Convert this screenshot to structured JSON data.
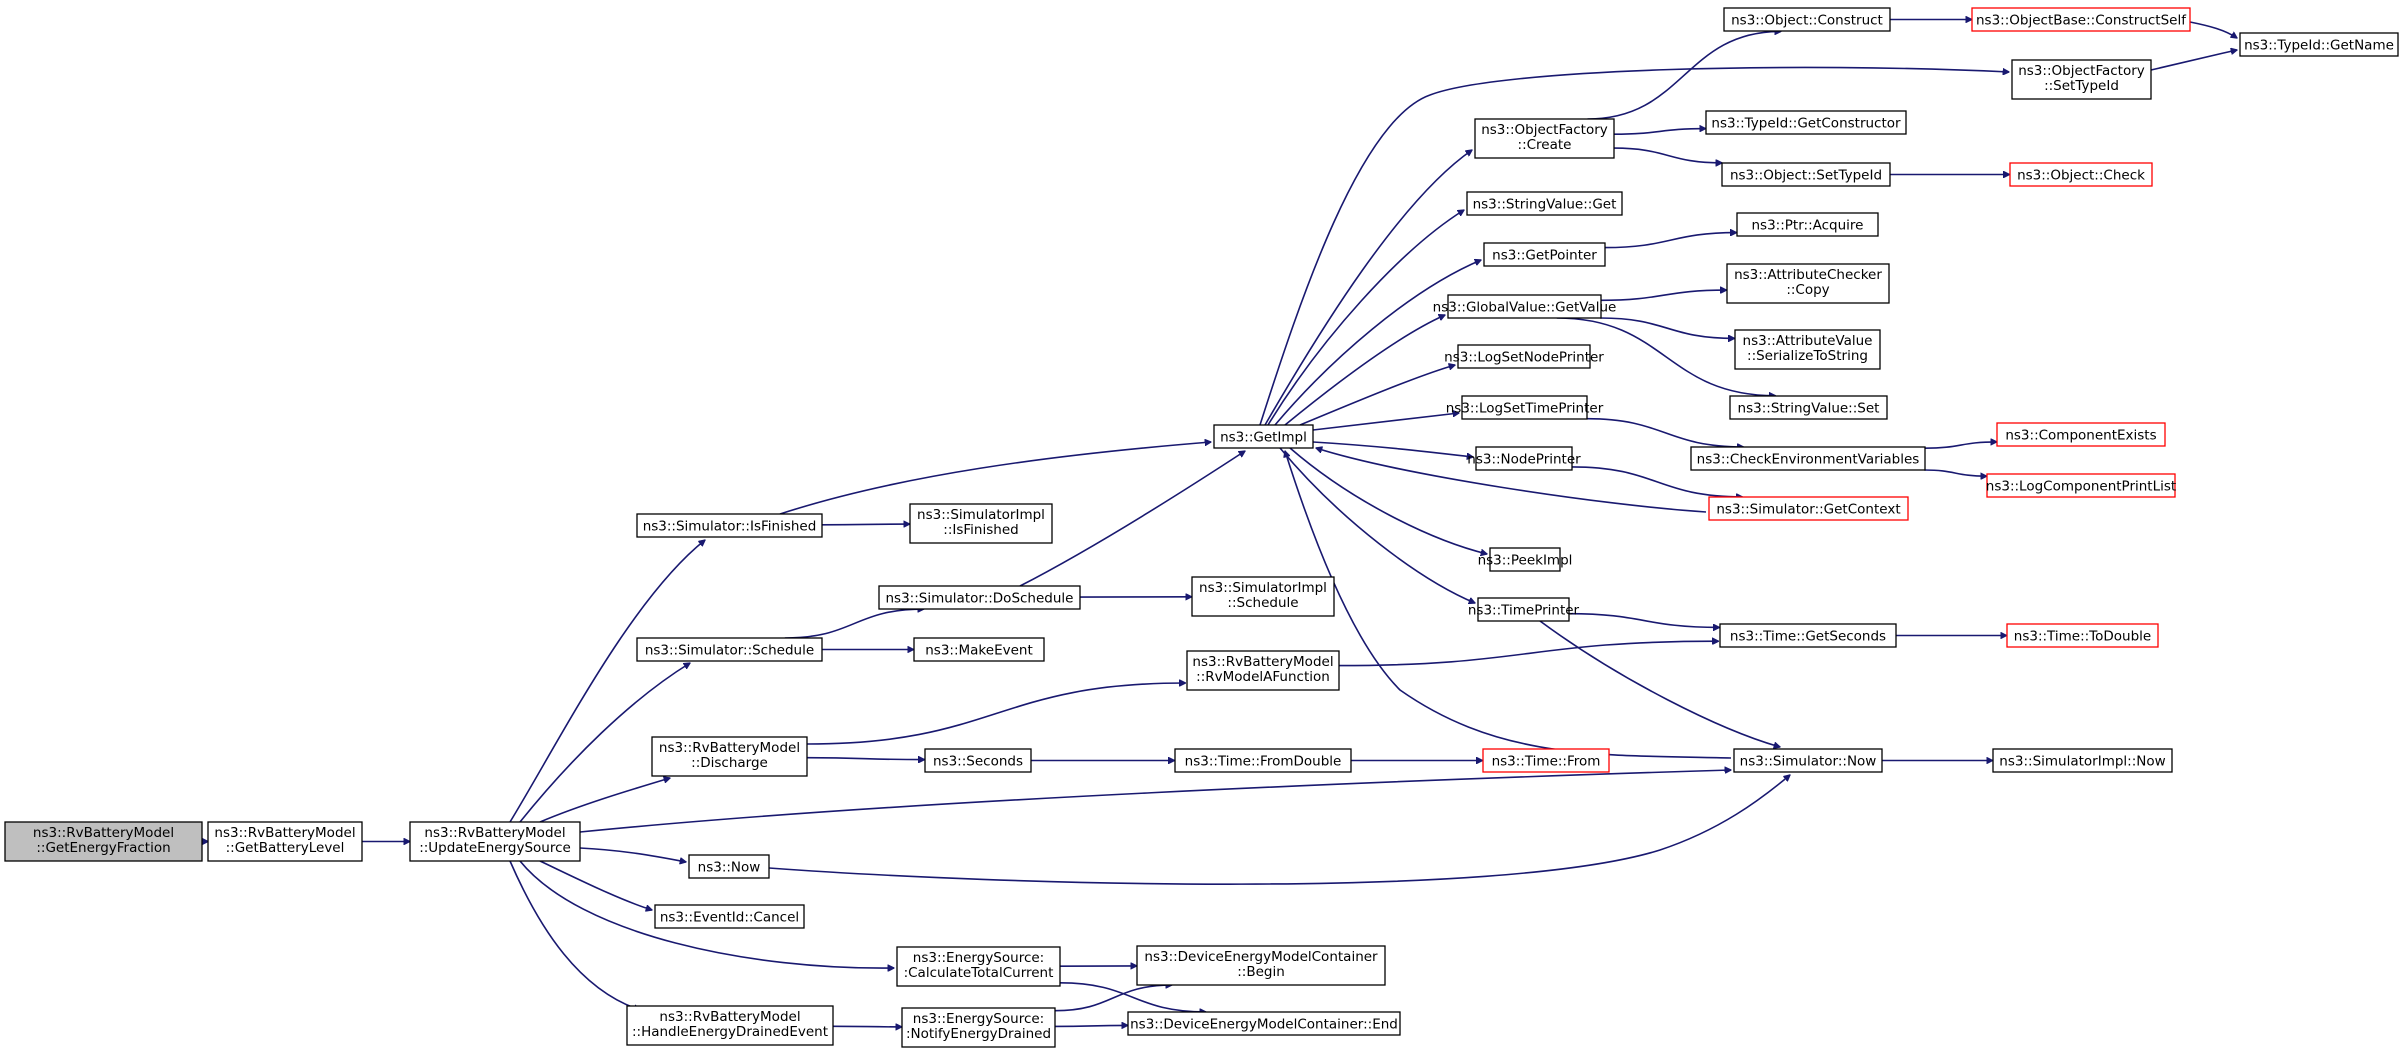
{
  "colors": {
    "edge": "#191970",
    "node_border": "#000000",
    "node_border_truncated": "#ff0000",
    "node_fill": "#ffffff",
    "node_fill_root": "#bfbfbf"
  },
  "nodes": [
    {
      "id": "n0",
      "lines": [
        "ns3::RvBatteryModel",
        "::GetEnergyFraction"
      ],
      "border": "black",
      "root": true
    },
    {
      "id": "n1",
      "lines": [
        "ns3::RvBatteryModel",
        "::GetBatteryLevel"
      ],
      "border": "black"
    },
    {
      "id": "n2",
      "lines": [
        "ns3::RvBatteryModel",
        "::UpdateEnergySource"
      ],
      "border": "black"
    },
    {
      "id": "n3",
      "lines": [
        "ns3::Simulator::IsFinished"
      ],
      "border": "black"
    },
    {
      "id": "n4",
      "lines": [
        "ns3::Simulator::Schedule"
      ],
      "border": "black"
    },
    {
      "id": "n5",
      "lines": [
        "ns3::RvBatteryModel",
        "::Discharge"
      ],
      "border": "black"
    },
    {
      "id": "n6",
      "lines": [
        "ns3::Now"
      ],
      "border": "black"
    },
    {
      "id": "n7",
      "lines": [
        "ns3::EventId::Cancel"
      ],
      "border": "black"
    },
    {
      "id": "n8",
      "lines": [
        "ns3::RvBatteryModel",
        "::HandleEnergyDrainedEvent"
      ],
      "border": "black"
    },
    {
      "id": "n9",
      "lines": [
        "ns3::SimulatorImpl",
        "::IsFinished"
      ],
      "border": "black"
    },
    {
      "id": "n10",
      "lines": [
        "ns3::Simulator::DoSchedule"
      ],
      "border": "black"
    },
    {
      "id": "n11",
      "lines": [
        "ns3::MakeEvent"
      ],
      "border": "black"
    },
    {
      "id": "n12",
      "lines": [
        "ns3::Seconds"
      ],
      "border": "black"
    },
    {
      "id": "n13",
      "lines": [
        "ns3::EnergySource:",
        ":CalculateTotalCurrent"
      ],
      "border": "black"
    },
    {
      "id": "n14",
      "lines": [
        "ns3::EnergySource:",
        ":NotifyEnergyDrained"
      ],
      "border": "black"
    },
    {
      "id": "n15",
      "lines": [
        "ns3::SimulatorImpl",
        "::Schedule"
      ],
      "border": "black"
    },
    {
      "id": "n16",
      "lines": [
        "ns3::RvBatteryModel",
        "::RvModelAFunction"
      ],
      "border": "black"
    },
    {
      "id": "n17",
      "lines": [
        "ns3::Time::FromDouble"
      ],
      "border": "black"
    },
    {
      "id": "n18",
      "lines": [
        "ns3::DeviceEnergyModelContainer",
        "::Begin"
      ],
      "border": "black"
    },
    {
      "id": "n19",
      "lines": [
        "ns3::DeviceEnergyModelContainer::End"
      ],
      "border": "black"
    },
    {
      "id": "n20",
      "lines": [
        "ns3::GetImpl"
      ],
      "border": "black"
    },
    {
      "id": "n21",
      "lines": [
        "ns3::ObjectFactory",
        "::Create"
      ],
      "border": "black"
    },
    {
      "id": "n22",
      "lines": [
        "ns3::StringValue::Get"
      ],
      "border": "black"
    },
    {
      "id": "n23",
      "lines": [
        "ns3::GetPointer"
      ],
      "border": "black"
    },
    {
      "id": "n24",
      "lines": [
        "ns3::GlobalValue::GetValue"
      ],
      "border": "black"
    },
    {
      "id": "n25",
      "lines": [
        "ns3::LogSetNodePrinter"
      ],
      "border": "black"
    },
    {
      "id": "n26",
      "lines": [
        "ns3::LogSetTimePrinter"
      ],
      "border": "black"
    },
    {
      "id": "n27",
      "lines": [
        "ns3::NodePrinter"
      ],
      "border": "black"
    },
    {
      "id": "n28",
      "lines": [
        "ns3::PeekImpl"
      ],
      "border": "black"
    },
    {
      "id": "n29",
      "lines": [
        "ns3::TimePrinter"
      ],
      "border": "black"
    },
    {
      "id": "n30",
      "lines": [
        "ns3::Time::From"
      ],
      "border": "red"
    },
    {
      "id": "n31",
      "lines": [
        "ns3::Object::Construct"
      ],
      "border": "black"
    },
    {
      "id": "n32",
      "lines": [
        "ns3::TypeId::GetConstructor"
      ],
      "border": "black"
    },
    {
      "id": "n33",
      "lines": [
        "ns3::Object::SetTypeId"
      ],
      "border": "black"
    },
    {
      "id": "n34",
      "lines": [
        "ns3::Ptr::Acquire"
      ],
      "border": "black"
    },
    {
      "id": "n35",
      "lines": [
        "ns3::AttributeChecker",
        "::Copy"
      ],
      "border": "black"
    },
    {
      "id": "n36",
      "lines": [
        "ns3::AttributeValue",
        "::SerializeToString"
      ],
      "border": "black"
    },
    {
      "id": "n37",
      "lines": [
        "ns3::StringValue::Set"
      ],
      "border": "black"
    },
    {
      "id": "n38",
      "lines": [
        "ns3::CheckEnvironmentVariables"
      ],
      "border": "black"
    },
    {
      "id": "n39",
      "lines": [
        "ns3::Simulator::GetContext"
      ],
      "border": "red"
    },
    {
      "id": "n40",
      "lines": [
        "ns3::Time::GetSeconds"
      ],
      "border": "black"
    },
    {
      "id": "n41",
      "lines": [
        "ns3::Simulator::Now"
      ],
      "border": "black"
    },
    {
      "id": "n42",
      "lines": [
        "ns3::ObjectBase::ConstructSelf"
      ],
      "border": "red"
    },
    {
      "id": "n43",
      "lines": [
        "ns3::ObjectFactory",
        "::SetTypeId"
      ],
      "border": "black"
    },
    {
      "id": "n44",
      "lines": [
        "ns3::Object::Check"
      ],
      "border": "red"
    },
    {
      "id": "n45",
      "lines": [
        "ns3::ComponentExists"
      ],
      "border": "red"
    },
    {
      "id": "n46",
      "lines": [
        "ns3::LogComponentPrintList"
      ],
      "border": "red"
    },
    {
      "id": "n47",
      "lines": [
        "ns3::Time::ToDouble"
      ],
      "border": "red"
    },
    {
      "id": "n48",
      "lines": [
        "ns3::SimulatorImpl::Now"
      ],
      "border": "black"
    },
    {
      "id": "n49",
      "lines": [
        "ns3::TypeId::GetName"
      ],
      "border": "black"
    }
  ],
  "edges": [
    [
      "n0",
      "n1"
    ],
    [
      "n1",
      "n2"
    ],
    [
      "n2",
      "n3"
    ],
    [
      "n2",
      "n4"
    ],
    [
      "n2",
      "n5"
    ],
    [
      "n2",
      "n41"
    ],
    [
      "n2",
      "n6"
    ],
    [
      "n2",
      "n7"
    ],
    [
      "n2",
      "n13"
    ],
    [
      "n2",
      "n8"
    ],
    [
      "n3",
      "n20"
    ],
    [
      "n3",
      "n9"
    ],
    [
      "n4",
      "n10"
    ],
    [
      "n4",
      "n11"
    ],
    [
      "n10",
      "n20"
    ],
    [
      "n10",
      "n15"
    ],
    [
      "n5",
      "n16"
    ],
    [
      "n5",
      "n12"
    ],
    [
      "n12",
      "n17"
    ],
    [
      "n17",
      "n30"
    ],
    [
      "n16",
      "n40"
    ],
    [
      "n6",
      "n41"
    ],
    [
      "n8",
      "n14"
    ],
    [
      "n13",
      "n18"
    ],
    [
      "n13",
      "n19"
    ],
    [
      "n14",
      "n18"
    ],
    [
      "n14",
      "n19"
    ],
    [
      "n20",
      "n43"
    ],
    [
      "n20",
      "n21"
    ],
    [
      "n20",
      "n22"
    ],
    [
      "n20",
      "n23"
    ],
    [
      "n20",
      "n24"
    ],
    [
      "n20",
      "n25"
    ],
    [
      "n20",
      "n26"
    ],
    [
      "n20",
      "n27"
    ],
    [
      "n20",
      "n28"
    ],
    [
      "n20",
      "n29"
    ],
    [
      "n21",
      "n31"
    ],
    [
      "n21",
      "n32"
    ],
    [
      "n21",
      "n33"
    ],
    [
      "n31",
      "n42"
    ],
    [
      "n42",
      "n49"
    ],
    [
      "n43",
      "n49"
    ],
    [
      "n33",
      "n44"
    ],
    [
      "n23",
      "n34"
    ],
    [
      "n24",
      "n35"
    ],
    [
      "n24",
      "n36"
    ],
    [
      "n24",
      "n37"
    ],
    [
      "n26",
      "n38"
    ],
    [
      "n38",
      "n45"
    ],
    [
      "n38",
      "n46"
    ],
    [
      "n27",
      "n39"
    ],
    [
      "n39",
      "n20"
    ],
    [
      "n29",
      "n40"
    ],
    [
      "n29",
      "n41"
    ],
    [
      "n40",
      "n47"
    ],
    [
      "n41",
      "n48"
    ],
    [
      "n41",
      "n20"
    ]
  ]
}
